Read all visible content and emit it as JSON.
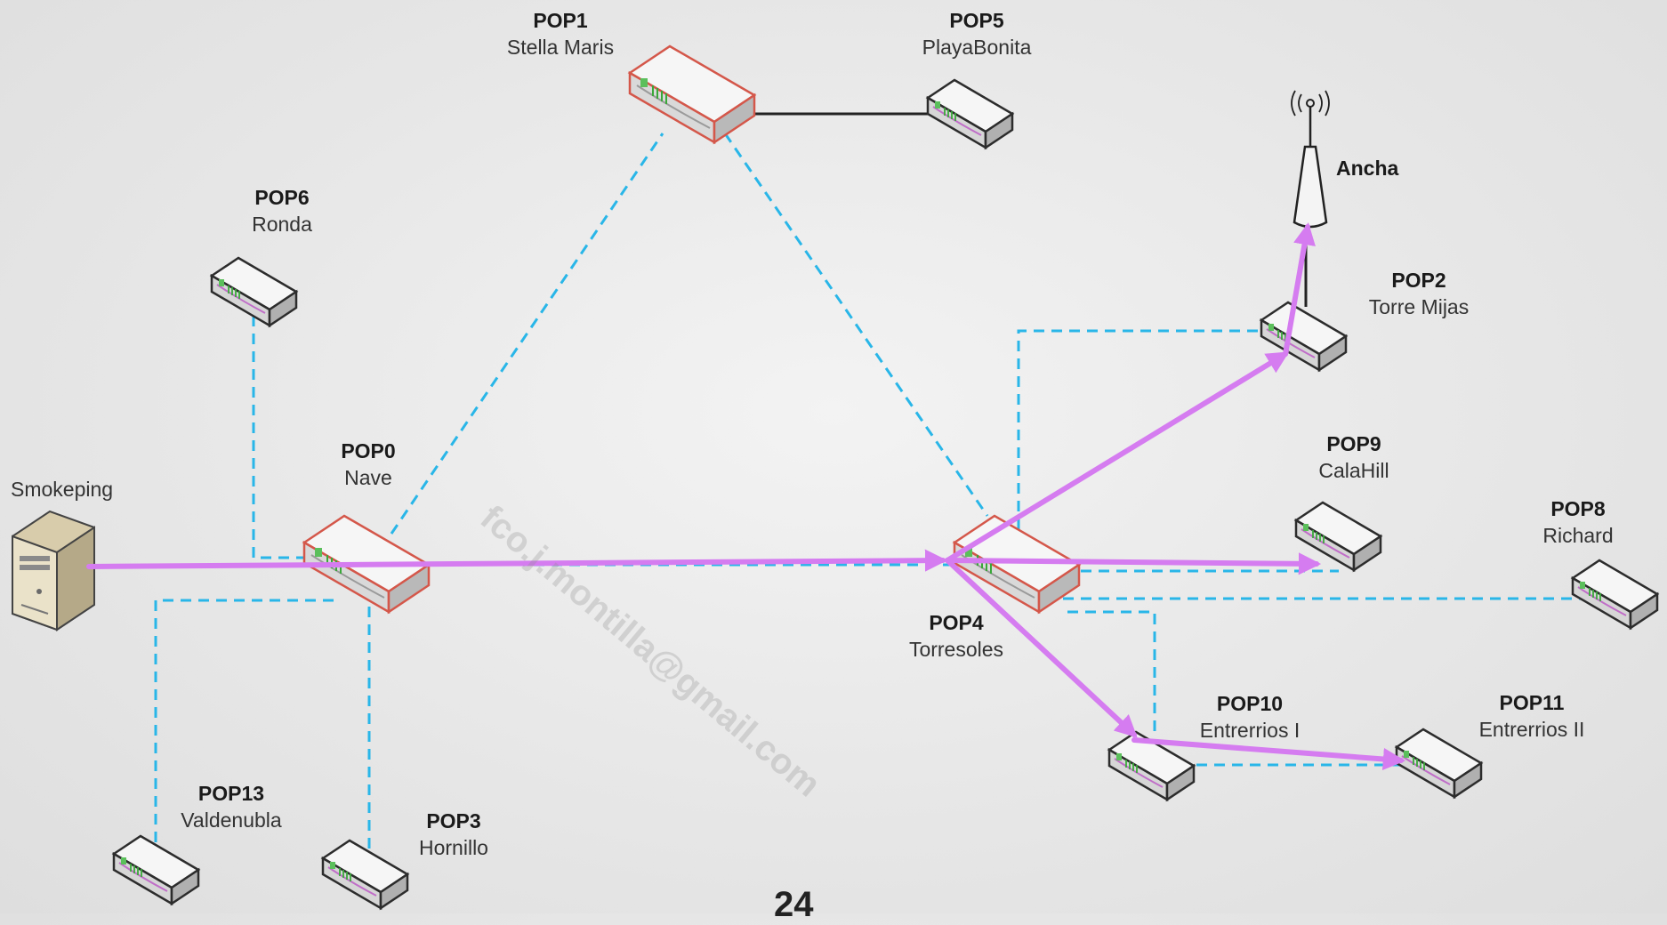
{
  "nodes": {
    "pop1": {
      "name": "POP1",
      "site": "Stella Maris"
    },
    "pop5": {
      "name": "POP5",
      "site": "PlayaBonita"
    },
    "pop6": {
      "name": "POP6",
      "site": "Ronda"
    },
    "pop2": {
      "name": "POP2",
      "site": "Torre Mijas"
    },
    "pop9": {
      "name": "POP9",
      "site": "CalaHill"
    },
    "pop8": {
      "name": "POP8",
      "site": "Richard"
    },
    "pop0": {
      "name": "POP0",
      "site": "Nave"
    },
    "pop4": {
      "name": "POP4",
      "site": "Torresoles"
    },
    "pop10": {
      "name": "POP10",
      "site": "Entrerrios I"
    },
    "pop11": {
      "name": "POP11",
      "site": "Entrerrios II"
    },
    "pop13": {
      "name": "POP13",
      "site": "Valdenubla"
    },
    "pop3": {
      "name": "POP3",
      "site": "Hornillo"
    }
  },
  "smokeping_label": "Smokeping",
  "antenna_label": "Ancha",
  "watermark": "fco.j.montilla@gmail.com",
  "page_number": "24",
  "colors": {
    "link_dashed": "#29b6e8",
    "link_solid": "#222222",
    "route": "#d57cf0",
    "core_router_border": "#d4574a"
  }
}
